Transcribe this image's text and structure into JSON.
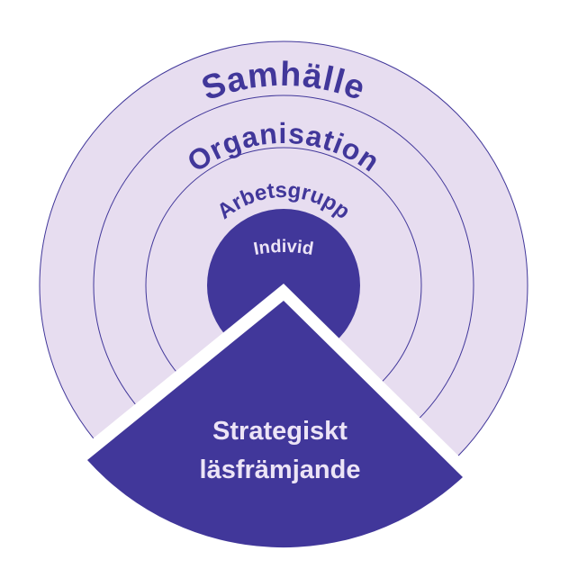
{
  "diagram": {
    "rings": [
      {
        "label": "Samhälle"
      },
      {
        "label": "Organisation"
      },
      {
        "label": "Arbetsgrupp"
      },
      {
        "label": "Individ"
      }
    ],
    "wedge": {
      "line1": "Strategiskt",
      "line2": "läsfrämjande"
    },
    "colors": {
      "dark": "#41379a",
      "light": "#e7ddf0",
      "wedge_text": "#ece4f6"
    }
  }
}
